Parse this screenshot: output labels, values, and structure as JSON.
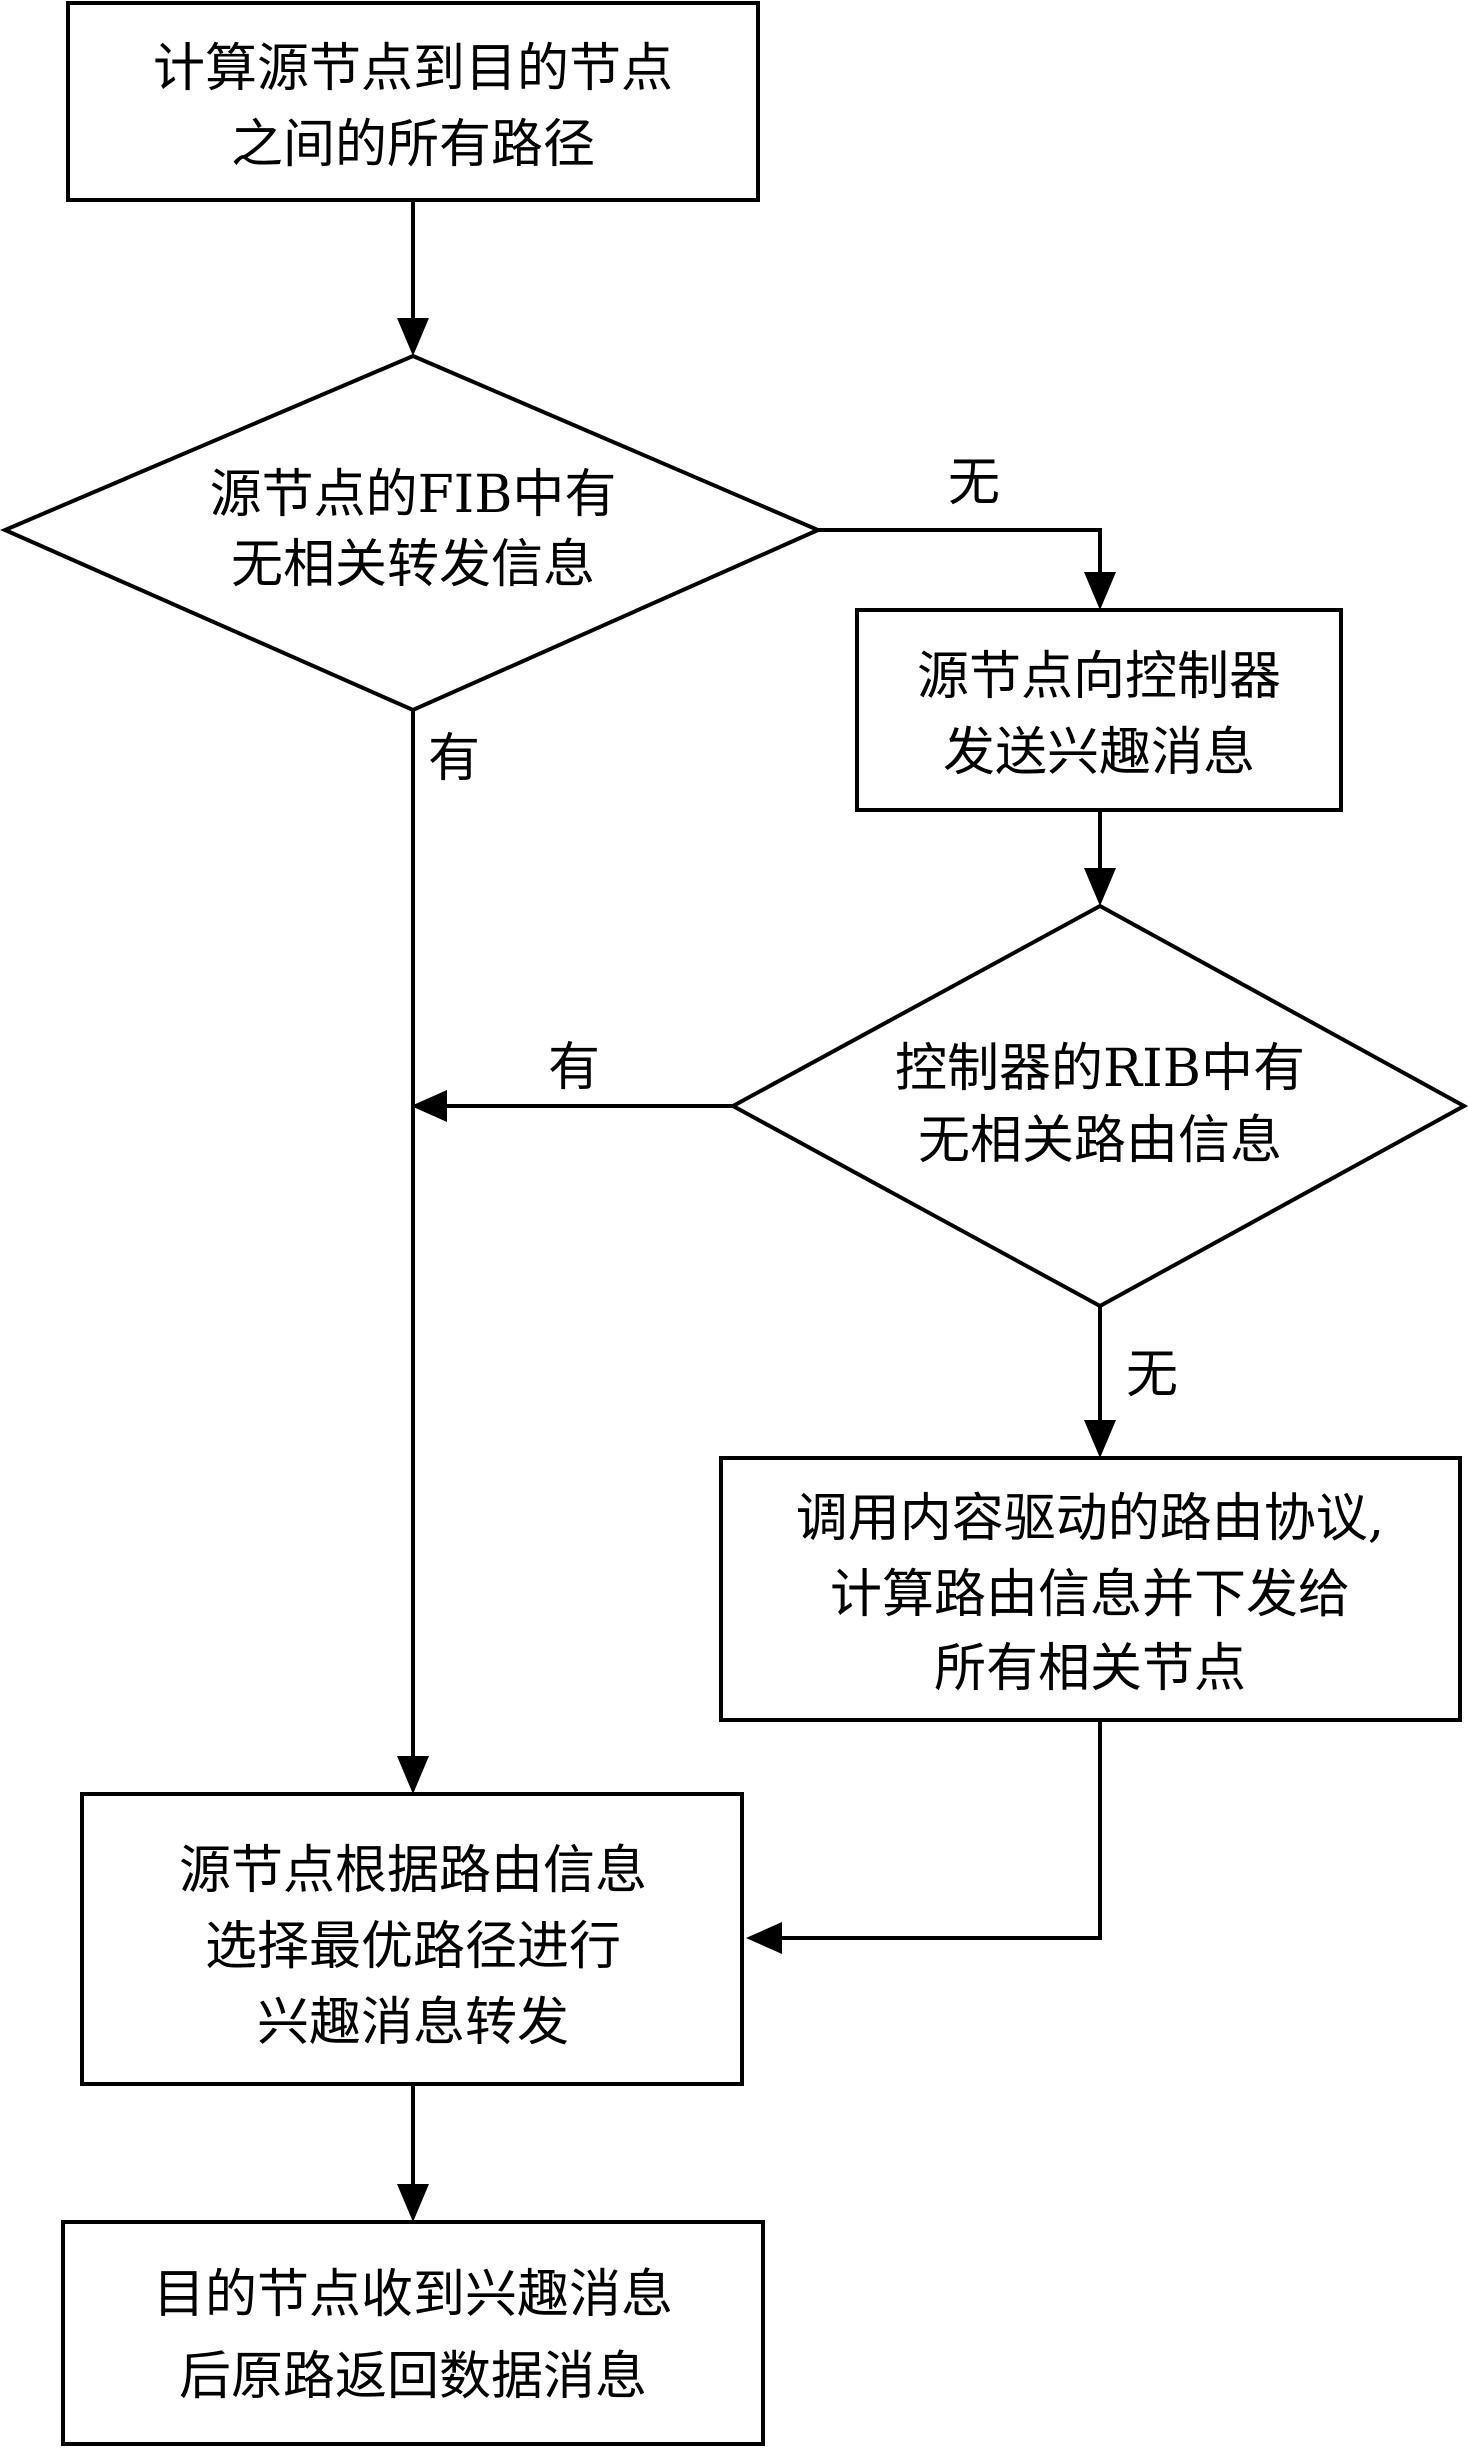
{
  "nodes": {
    "compute_paths": {
      "lines": [
        "计算源节点到目的节点",
        "之间的所有路径"
      ]
    },
    "fib_check": {
      "lines": [
        "源节点的FIB中有",
        "无相关转发信息"
      ]
    },
    "send_interest": {
      "lines": [
        "源节点向控制器",
        "发送兴趣消息"
      ]
    },
    "rib_check": {
      "lines": [
        "控制器的RIB中有",
        "无相关路由信息"
      ]
    },
    "routing_protocol": {
      "lines": [
        "调用内容驱动的路由协议,",
        "计算路由信息并下发给",
        "所有相关节点"
      ]
    },
    "select_path": {
      "lines": [
        "源节点根据路由信息",
        "选择最优路径进行",
        "兴趣消息转发"
      ]
    },
    "return_data": {
      "lines": [
        "目的节点收到兴趣消息",
        "后原路返回数据消息"
      ]
    }
  },
  "edge_labels": {
    "fib_no": "无",
    "fib_yes": "有",
    "rib_yes": "有",
    "rib_no": "无"
  },
  "colors": {
    "stroke": "#000000",
    "fill": "#ffffff",
    "text": "#000000"
  }
}
